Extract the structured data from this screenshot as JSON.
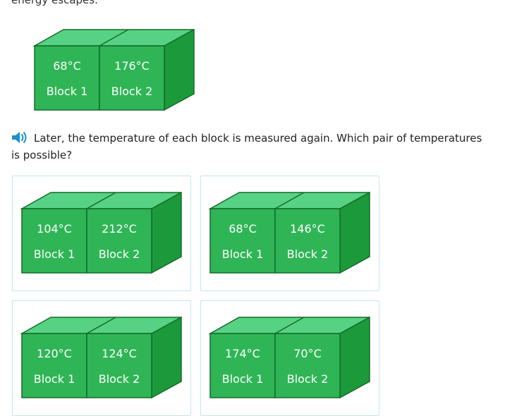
{
  "prompt_tail": "energy escapes.",
  "initial": {
    "block1": {
      "temp": "68°C",
      "label": "Block 1"
    },
    "block2": {
      "temp": "176°C",
      "label": "Block 2"
    }
  },
  "question": "Later, the temperature of each block is measured again. Which pair of temperatures is possible?",
  "choices": [
    {
      "block1": {
        "temp": "104°C",
        "label": "Block 1"
      },
      "block2": {
        "temp": "212°C",
        "label": "Block 2"
      }
    },
    {
      "block1": {
        "temp": "68°C",
        "label": "Block 1"
      },
      "block2": {
        "temp": "146°C",
        "label": "Block 2"
      }
    },
    {
      "block1": {
        "temp": "120°C",
        "label": "Block 1"
      },
      "block2": {
        "temp": "124°C",
        "label": "Block 2"
      }
    },
    {
      "block1": {
        "temp": "174°C",
        "label": "Block 1"
      },
      "block2": {
        "temp": "70°C",
        "label": "Block 2"
      }
    }
  ],
  "colors": {
    "front": "#2fb556",
    "top": "#57d284",
    "side": "#1c9a3b",
    "outline": "#146b2a",
    "choice_border": "#c7e4ef",
    "speaker": "#1b8fd2"
  },
  "icons": {
    "audio": "speaker-icon"
  }
}
